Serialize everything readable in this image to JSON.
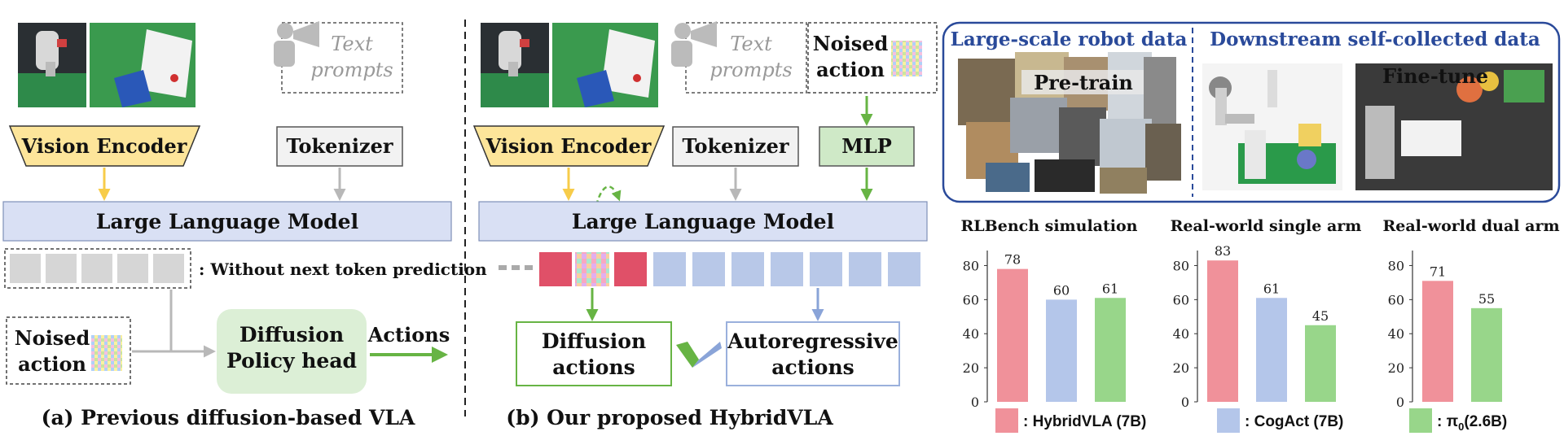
{
  "left": {
    "vision_encoder": "Vision Encoder",
    "text_prompts": "Text\nprompts",
    "tokenizer": "Tokenizer",
    "llm": "Large Language Model",
    "without_ntp": ": Without next token prediction",
    "noised_action": "Noised\naction",
    "diffusion_head": "Diffusion\nPolicy head",
    "actions": "Actions",
    "caption": "(a) Previous diffusion-based VLA"
  },
  "middle": {
    "vision_encoder": "Vision Encoder",
    "text_prompts": "Text\nprompts",
    "tokenizer": "Tokenizer",
    "noised_action": "Noised\naction",
    "mlp": "MLP",
    "llm": "Large Language Model",
    "diffusion_actions": "Diffusion\nactions",
    "ar_actions": "Autoregressive\nactions",
    "caption": "(b) Our proposed HybridVLA"
  },
  "right": {
    "robot_data_title": "Large-scale robot data",
    "pretrain": "Pre-train",
    "self_collected_title": "Downstream self-collected data",
    "finetune": "Fine-tune",
    "title_color": "#2a4a9a"
  },
  "chart_data": [
    {
      "type": "bar",
      "title": "RLBench simulation",
      "categories": [
        "HybridVLA (7B)",
        "CogAct (7B)",
        "π0 (2.6B)"
      ],
      "values": [
        78,
        60,
        61
      ],
      "ylim": [
        0,
        85
      ],
      "yticks": [
        0,
        20,
        40,
        60,
        80
      ]
    },
    {
      "type": "bar",
      "title": "Real-world single arm",
      "categories": [
        "HybridVLA (7B)",
        "CogAct (7B)",
        "π0 (2.6B)"
      ],
      "values": [
        83,
        61,
        45
      ],
      "ylim": [
        0,
        85
      ],
      "yticks": [
        0,
        20,
        40,
        60,
        80
      ]
    },
    {
      "type": "bar",
      "title": "Real-world dual arm",
      "categories": [
        "HybridVLA (7B)",
        "π0 (2.6B)"
      ],
      "values": [
        71,
        55
      ],
      "ylim": [
        0,
        85
      ],
      "yticks": [
        0,
        20,
        40,
        60,
        80
      ]
    }
  ],
  "legend": [
    {
      "label": ": HybridVLA (7B)",
      "color": "#f0919a"
    },
    {
      "label": ": CogAct (7B)",
      "color": "#b4c6ea"
    },
    {
      "label_main": "π",
      "label_sub": "0",
      "label_rest": "(2.6B)",
      "color": "#98d68a"
    }
  ],
  "colors": {
    "hybrid": "#f0919a",
    "cogact": "#b4c6ea",
    "pi0": "#98d68a",
    "llm_fill": "#d9e0f4",
    "encoder_fill": "#fde59a",
    "mlp_fill": "#cfe9c7",
    "diff_head_fill": "#dcefd6",
    "red_token": "#e05068",
    "blue_token": "#b8c8e8",
    "arrow_yellow": "#f7cc4a",
    "arrow_green": "#67b444",
    "arrow_gray": "#b8b8b8"
  }
}
